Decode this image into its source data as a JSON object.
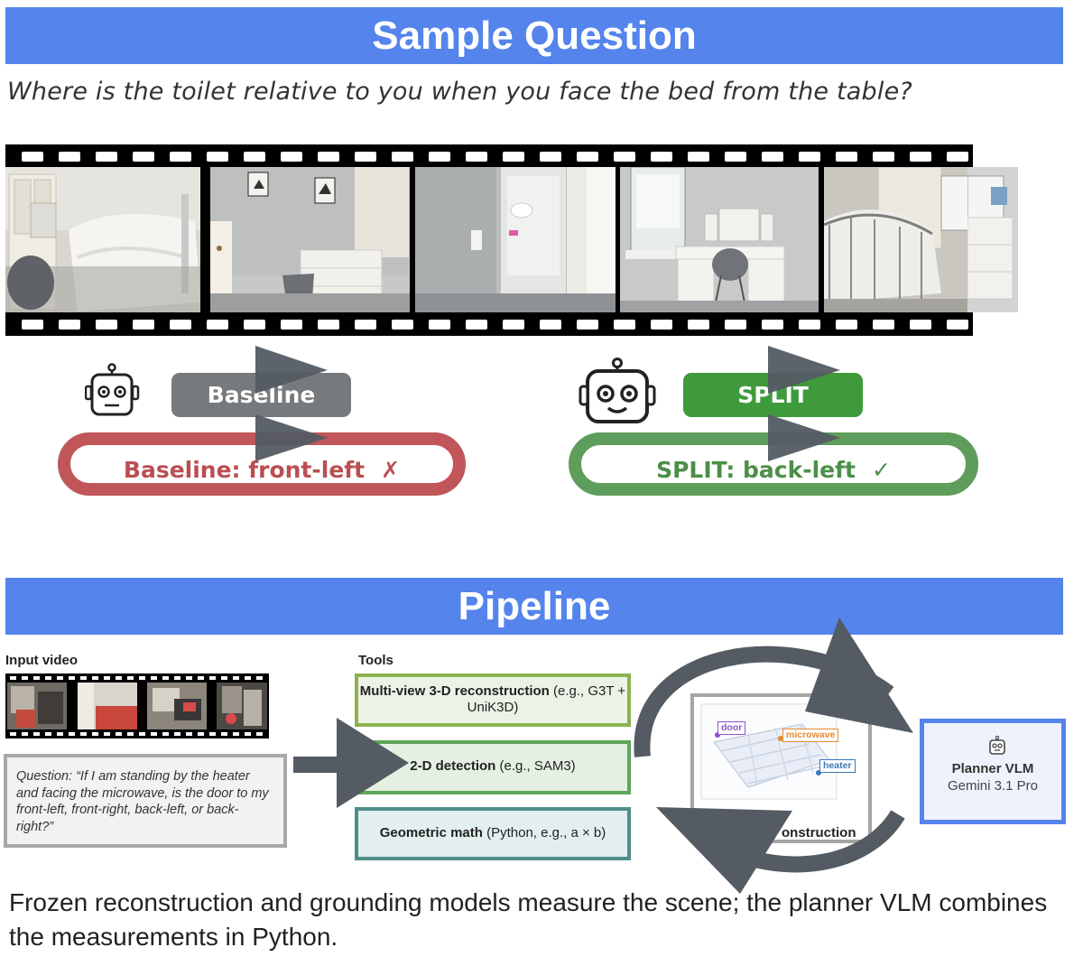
{
  "sample": {
    "header": "Sample Question",
    "question": "Where is the toilet relative to you when you face the bed from the table?"
  },
  "models": {
    "baseline": {
      "label": "Baseline",
      "answer": "Baseline: front-left",
      "mark": "✗",
      "color": "#c0565a"
    },
    "split": {
      "label": "SPLIT",
      "answer": "SPLIT: back-left",
      "mark": "✓",
      "color": "#5e9d5b"
    }
  },
  "pipeline": {
    "header": "Pipeline",
    "input_label": "Input video",
    "tools_label": "Tools",
    "question_text": "Question: “If I am standing by the heater and facing the microwave, is the door to my front-left, front-right, back-left, or back-right?”",
    "tools": [
      {
        "name": "Multi-view 3-D reconstruction",
        "detail": "(e.g., G3T + UniK3D)"
      },
      {
        "name": "2-D detection",
        "detail": "(e.g., SAM3)"
      },
      {
        "name": "Geometric math",
        "detail": "(Python, e.g., a × b)"
      }
    ],
    "recon_label": "onstruction",
    "recon_tags": [
      "door",
      "microwave",
      "heater"
    ],
    "planner": {
      "title": "Planner VLM",
      "subtitle": "Gemini 3.1 Pro"
    }
  },
  "caption": "Frozen reconstruction and grounding models measure the scene; the planner VLM combines the measurements in Python."
}
